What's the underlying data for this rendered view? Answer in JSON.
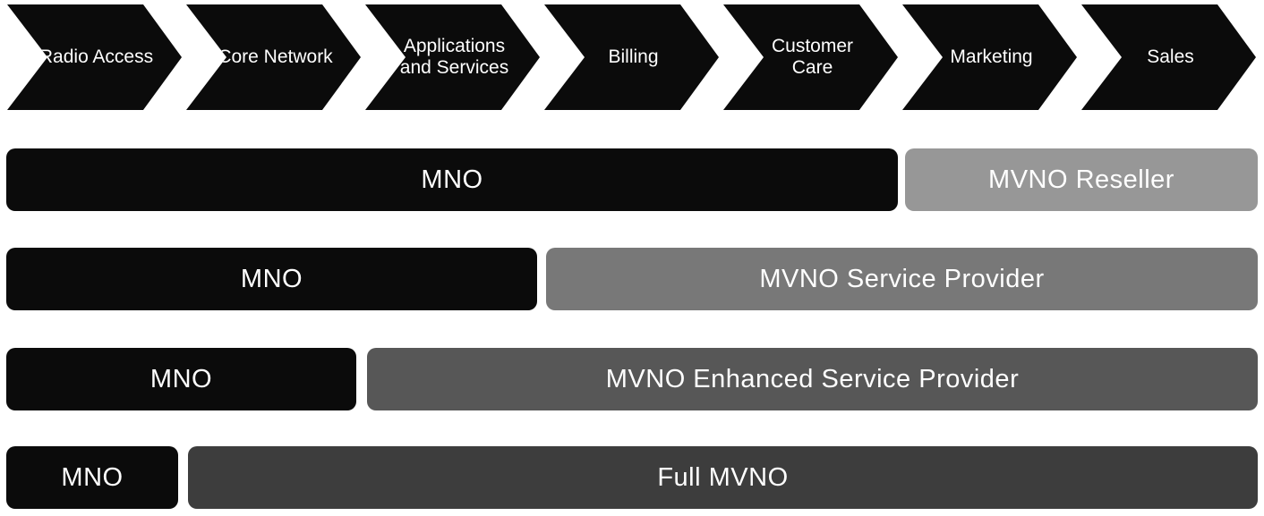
{
  "value_chain": {
    "stages": [
      {
        "label": "Radio Access"
      },
      {
        "label": "Core Network"
      },
      {
        "label": "Applications and Services"
      },
      {
        "label": "Billing"
      },
      {
        "label": "Customer Care"
      },
      {
        "label": "Marketing"
      },
      {
        "label": "Sales"
      }
    ],
    "shape_color": "#0b0b0b",
    "text_color": "#ffffff"
  },
  "operator_rows": [
    {
      "left": {
        "label": "MNO",
        "color": "#0b0b0b"
      },
      "right": {
        "label": "MVNO Reseller",
        "color": "#979797"
      }
    },
    {
      "left": {
        "label": "MNO",
        "color": "#0b0b0b"
      },
      "right": {
        "label": "MVNO Service Provider",
        "color": "#787878"
      }
    },
    {
      "left": {
        "label": "MNO",
        "color": "#0b0b0b"
      },
      "right": {
        "label": "MVNO Enhanced Service Provider",
        "color": "#575757"
      }
    },
    {
      "left": {
        "label": "MNO",
        "color": "#0b0b0b"
      },
      "right": {
        "label": "Full MVNO",
        "color": "#3d3d3d"
      }
    }
  ]
}
